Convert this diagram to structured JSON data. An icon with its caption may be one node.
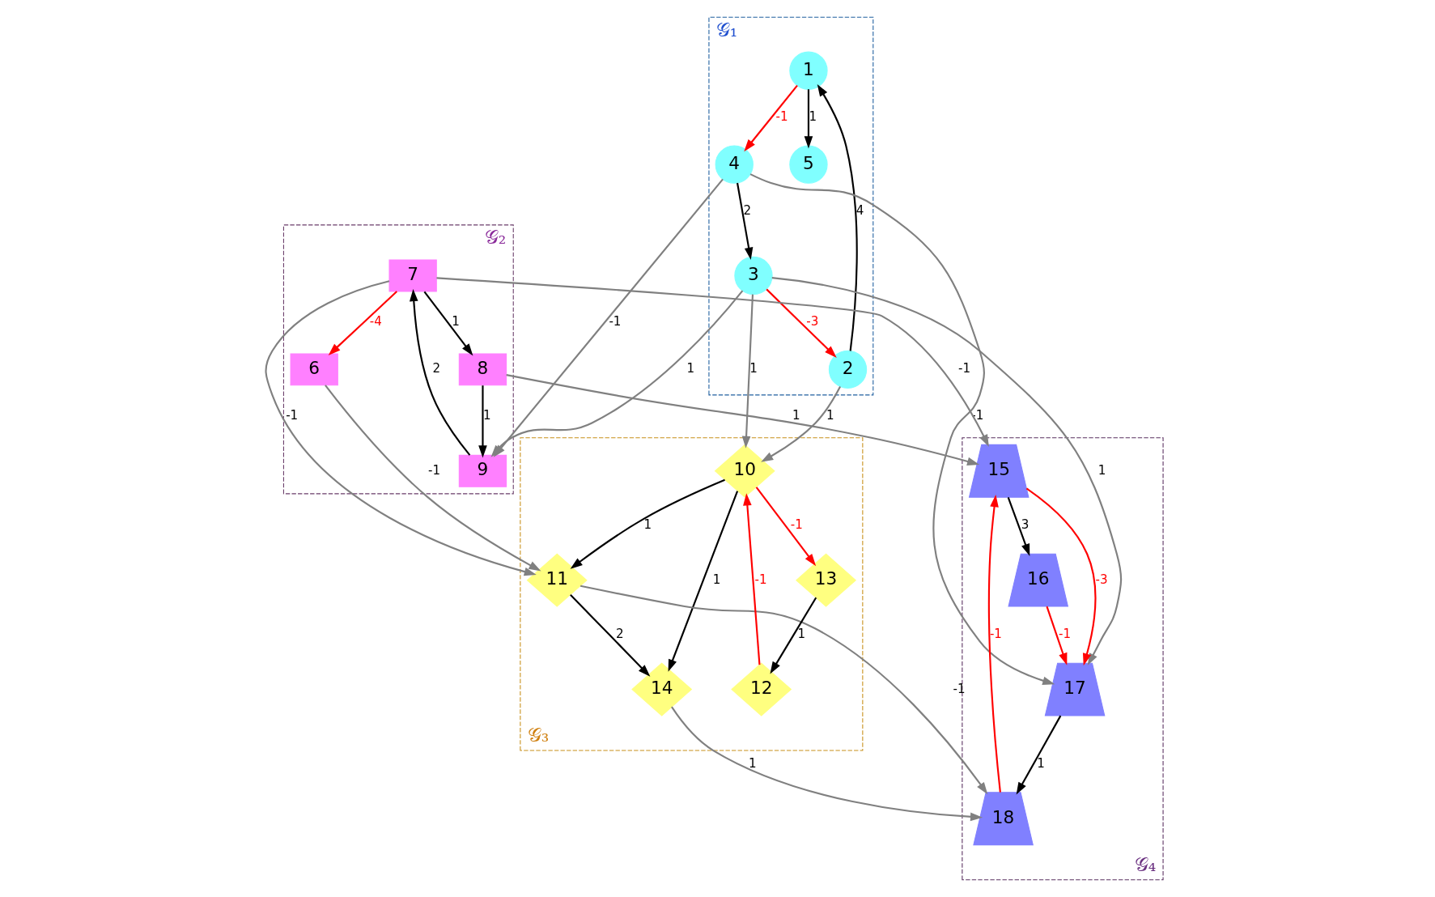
{
  "diagram": {
    "nodes": [
      {
        "text": [
          "𝒢₁"
        ]
      },
      {
        "text": [
          "1"
        ],
        "in": 0
      },
      {
        "text": [
          "2"
        ],
        "in": 0
      },
      {
        "text": [
          "3"
        ],
        "in": 0
      },
      {
        "text": [
          "4"
        ],
        "in": 0
      },
      {
        "text": [
          "5"
        ],
        "in": 0
      },
      {
        "text": [
          "𝒢₂"
        ]
      },
      {
        "text": [
          "6"
        ],
        "in": 6
      },
      {
        "text": [
          "7"
        ],
        "in": 6
      },
      {
        "text": [
          "8"
        ],
        "in": 6
      },
      {
        "text": [
          "9"
        ],
        "in": 6
      },
      {
        "text": [
          "𝒢₃"
        ]
      },
      {
        "text": [
          "10"
        ],
        "in": 11
      },
      {
        "text": [
          "11"
        ],
        "in": 11
      },
      {
        "text": [
          "12"
        ],
        "in": 11
      },
      {
        "text": [
          "13"
        ],
        "in": 11
      },
      {
        "text": [
          "14"
        ],
        "in": 11
      },
      {
        "text": [
          "𝒢₄"
        ]
      },
      {
        "text": [
          "15"
        ],
        "in": 17
      },
      {
        "text": [
          "16"
        ],
        "in": 17
      },
      {
        "text": [
          "17"
        ],
        "in": 17
      },
      {
        "text": [
          "18"
        ],
        "in": 17
      }
    ],
    "edges": [
      {
        "from": 1,
        "to": 4,
        "arrow": "to",
        "label": "-1",
        "color": "#ff0000"
      },
      {
        "from": 1,
        "to": 5,
        "arrow": "to",
        "label": "1"
      },
      {
        "from": 2,
        "to": 1,
        "arrow": "to",
        "label": "4"
      },
      {
        "from": 4,
        "to": 3,
        "arrow": "to",
        "label": "2"
      },
      {
        "from": 3,
        "to": 2,
        "arrow": "to",
        "label": "-3",
        "color": "#ff0000"
      },
      {
        "from": 4,
        "to": 10,
        "arrow": "to",
        "label": "-1",
        "color": "#808080"
      },
      {
        "from": 3,
        "to": 10,
        "arrow": "to",
        "label": "1",
        "color": "#808080"
      },
      {
        "from": 4,
        "to": 20,
        "arrow": "to",
        "label": "-1",
        "color": "#808080"
      },
      {
        "from": 3,
        "to": 20,
        "arrow": "to",
        "label": "1",
        "color": "#808080"
      },
      {
        "from": 2,
        "to": 12,
        "arrow": "to",
        "label": "1",
        "color": "#808080"
      },
      {
        "from": 3,
        "to": 12,
        "arrow": "to",
        "label": "1",
        "color": "#808080"
      },
      {
        "from": 10,
        "to": 8,
        "arrow": "to",
        "label": "2"
      },
      {
        "from": 9,
        "to": 10,
        "arrow": "to",
        "label": "1"
      },
      {
        "from": 8,
        "to": 7,
        "arrow": "to",
        "label": "-4",
        "color": "#ff0000"
      },
      {
        "from": 8,
        "to": 9,
        "arrow": "to",
        "label": "1"
      },
      {
        "from": 8,
        "to": 13,
        "arrow": "to",
        "label": "-1",
        "color": "#808080"
      },
      {
        "from": 7,
        "to": 13,
        "arrow": "to",
        "label": "-1",
        "color": "#808080"
      },
      {
        "from": 8,
        "to": 18,
        "arrow": "to",
        "label": "-1",
        "color": "#808080"
      },
      {
        "from": 9,
        "to": 18,
        "arrow": "to",
        "label": "1",
        "color": "#808080"
      },
      {
        "from": 12,
        "to": 15,
        "arrow": "to",
        "label": "-1",
        "color": "#ff0000"
      },
      {
        "from": 12,
        "to": 16,
        "arrow": "to",
        "label": "1"
      },
      {
        "from": 15,
        "to": 14,
        "arrow": "to",
        "label": "1"
      },
      {
        "from": 14,
        "to": 12,
        "arrow": "to",
        "label": "-1",
        "color": "#ff0000"
      },
      {
        "from": 12,
        "to": 13,
        "arrow": "to",
        "label": "1"
      },
      {
        "from": 13,
        "to": 16,
        "arrow": "to",
        "label": "2"
      },
      {
        "from": 16,
        "to": 21,
        "arrow": "to",
        "label": "1",
        "color": "#808080"
      },
      {
        "from": 13,
        "to": 21,
        "arrow": "to",
        "label": "-1",
        "color": "#808080"
      },
      {
        "from": 19,
        "to": 20,
        "arrow": "to",
        "label": "-1",
        "color": "#ff0000"
      },
      {
        "from": 20,
        "to": 21,
        "arrow": "to",
        "label": "1"
      },
      {
        "from": 21,
        "to": 18,
        "arrow": "to",
        "label": "-1",
        "color": "#ff0000"
      },
      {
        "from": 18,
        "to": 20,
        "arrow": "to",
        "label": "-3",
        "color": "#ff0000"
      },
      {
        "from": 18,
        "to": 19,
        "arrow": "to",
        "label": "3"
      }
    ]
  }
}
